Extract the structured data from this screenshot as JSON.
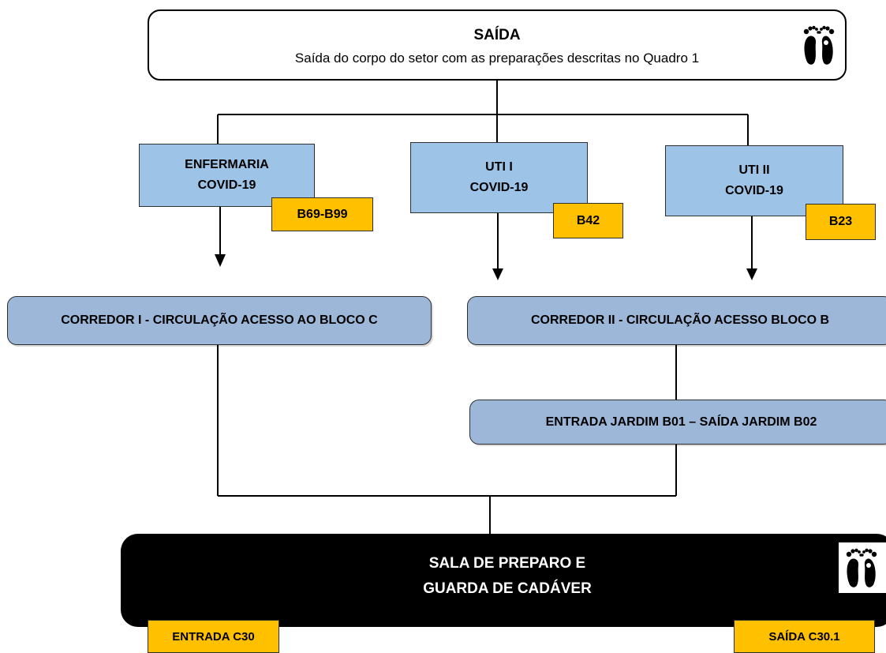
{
  "top": {
    "title": "SAÍDA",
    "subtitle": "Saída do corpo do setor com as preparações descritas no Quadro 1",
    "icon": "footprints-icon"
  },
  "units": [
    {
      "line1": "ENFERMARIA",
      "line2": "COVID-19",
      "tag": "B69-B99"
    },
    {
      "line1": "UTI I",
      "line2": "COVID-19",
      "tag": "B42"
    },
    {
      "line1": "UTI II",
      "line2": "COVID-19",
      "tag": "B23"
    }
  ],
  "corridors": {
    "corridor1": "CORREDOR I - CIRCULAÇÃO ACESSO AO BLOCO C",
    "corridor2": "CORREDOR II - CIRCULAÇÃO ACESSO BLOCO B",
    "garden": "ENTRADA JARDIM B01 – SAÍDA JARDIM B02"
  },
  "sala": {
    "line1": "SALA DE PREPARO E",
    "line2": "GUARDA DE CADÁVER",
    "entrada": "ENTRADA C30",
    "saida": "SAÍDA C30.1",
    "icon": "footprints-icon"
  },
  "colors": {
    "unit_fill": "#9dc3e6",
    "tag_fill": "#ffc000",
    "corridor_fill": "#9db7d9",
    "sala_fill": "#000000"
  }
}
